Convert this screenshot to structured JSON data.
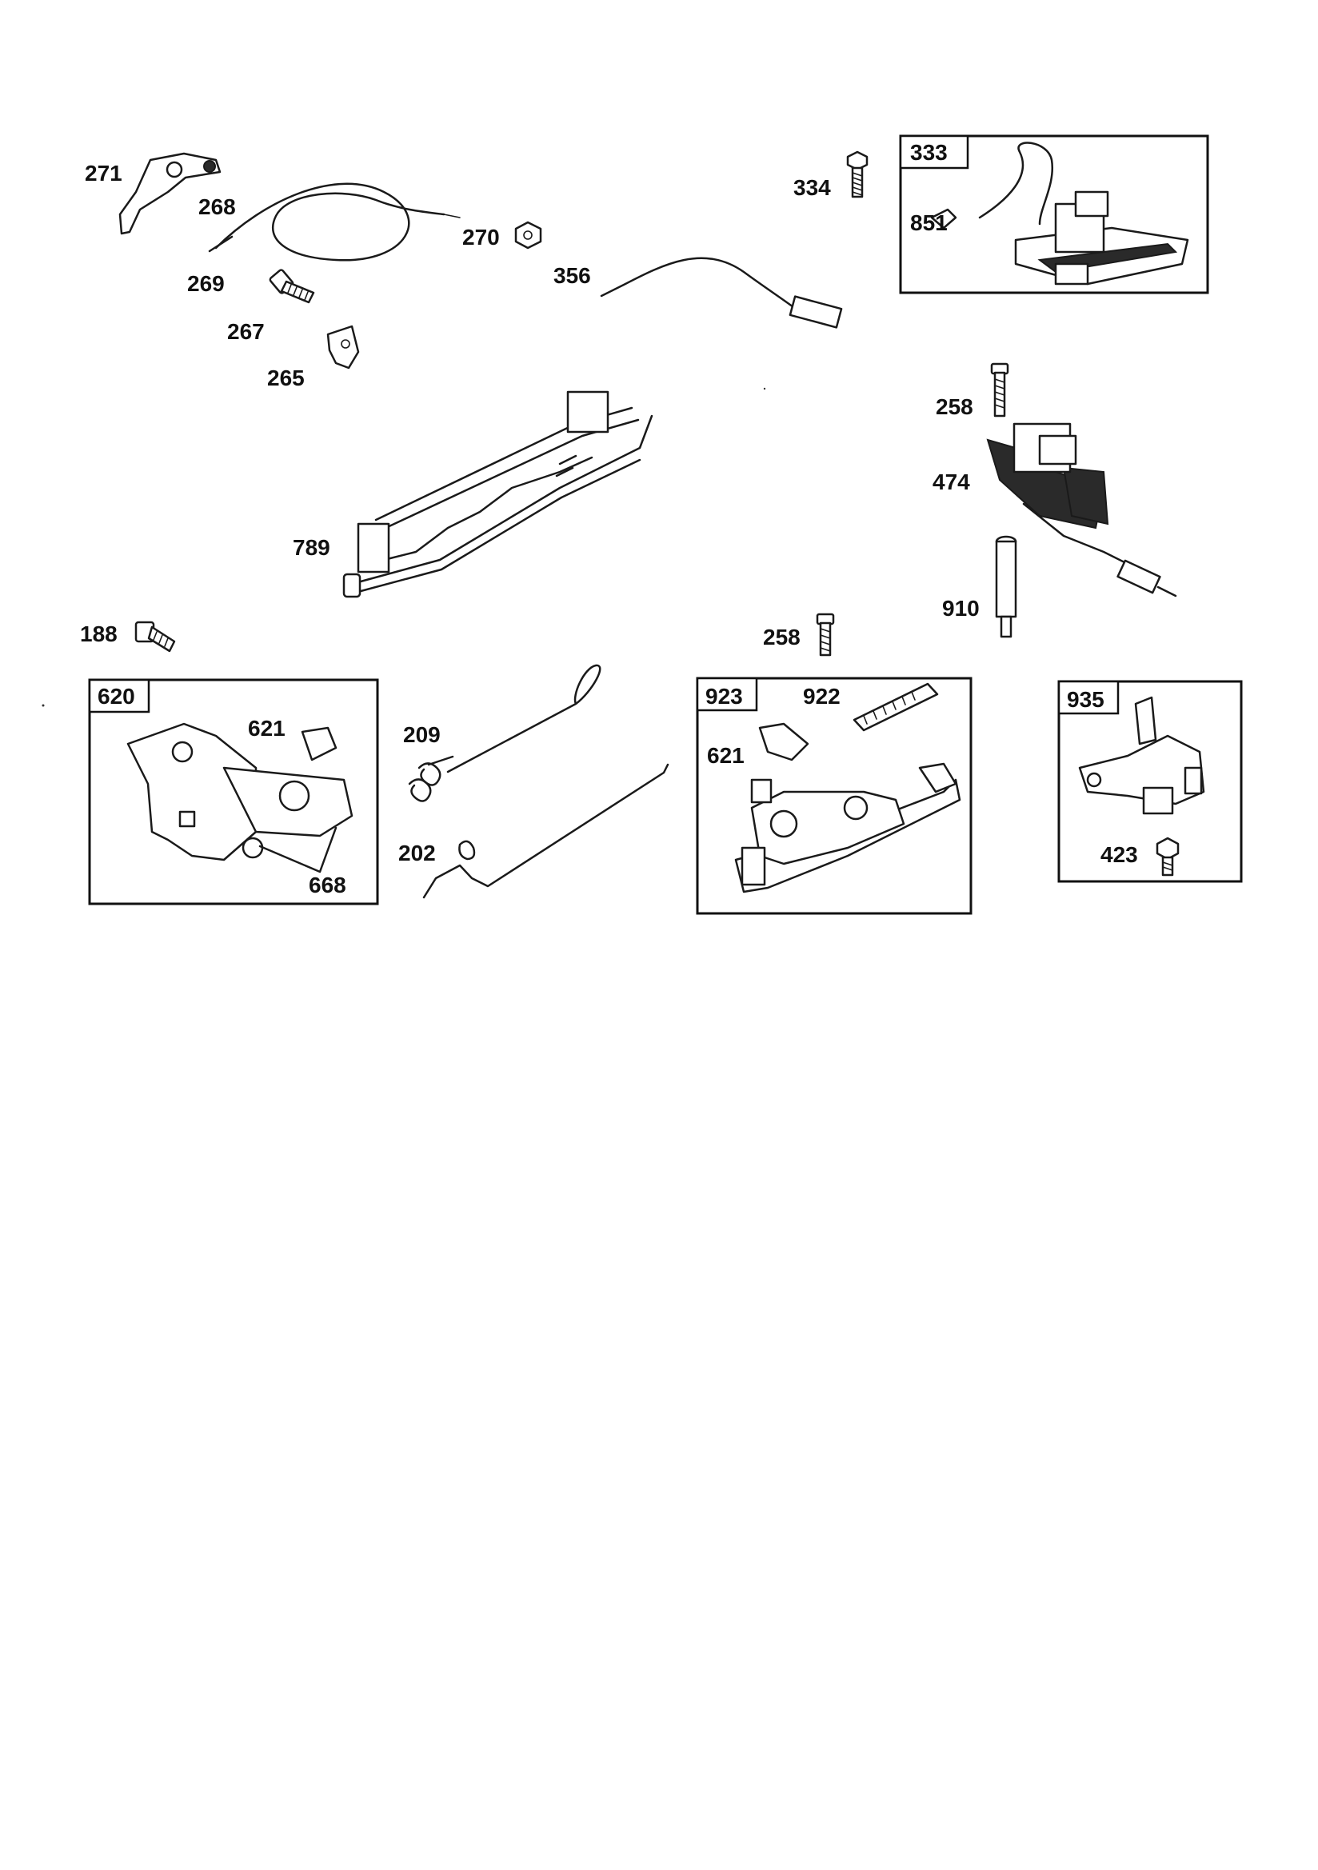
{
  "labels": {
    "p271": "271",
    "p268": "268",
    "p269": "269",
    "p270": "270",
    "p267": "267",
    "p265": "265",
    "p334": "334",
    "p356": "356",
    "p851": "851",
    "p258a": "258",
    "p474": "474",
    "p789": "789",
    "p910": "910",
    "p188": "188",
    "p258b": "258",
    "p621a": "621",
    "p668": "668",
    "p209": "209",
    "p202": "202",
    "p922": "922",
    "p621b": "621",
    "p423": "423"
  },
  "assemblies": {
    "a333": "333",
    "a620": "620",
    "a923": "923",
    "a935": "935"
  }
}
